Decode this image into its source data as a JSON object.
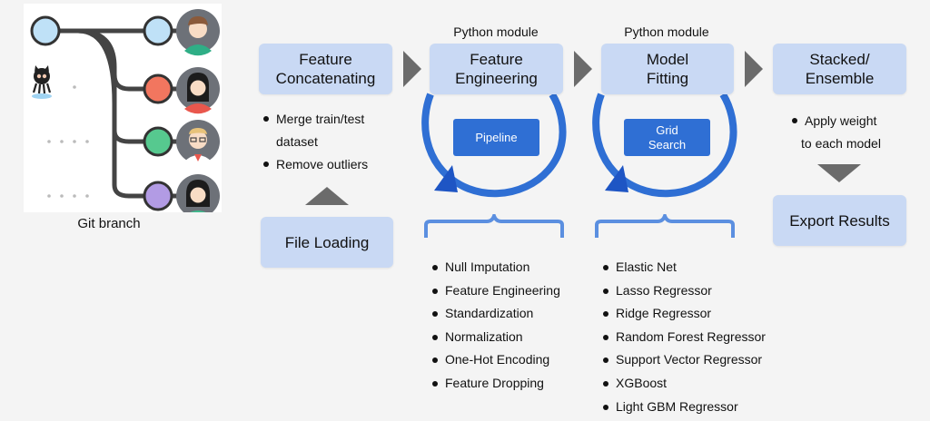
{
  "git": {
    "label": "Git branch",
    "node_colors": [
      "#bfe1f7",
      "#f2765f",
      "#56c98f",
      "#b29be4"
    ]
  },
  "steps": {
    "feature_concat": "Feature\nConcatenating",
    "feature_eng": "Feature\nEngineering",
    "model_fit": "Model\nFitting",
    "stacked": "Stacked/\nEnsemble",
    "file_loading": "File Loading",
    "export": "Export Results"
  },
  "module_labels": {
    "feature_eng": "Python module",
    "model_fit": "Python module"
  },
  "inner": {
    "pipeline": "Pipeline",
    "grid_search": "Grid\nSearch"
  },
  "concat_notes": {
    "line1": "Merge train/test",
    "line2": "dataset",
    "line3": "Remove outliers"
  },
  "stacked_notes": {
    "line1": "Apply weight",
    "line2": "to each model"
  },
  "feature_eng_list": [
    "Null Imputation",
    "Feature Engineering",
    "Standardization",
    "Normalization",
    "One-Hot Encoding",
    "Feature Dropping"
  ],
  "model_list": [
    "Elastic Net",
    "Lasso Regressor",
    "Ridge Regressor",
    "Random Forest Regressor",
    "Support Vector Regressor",
    "XGBoost",
    "Light GBM Regressor"
  ],
  "colors": {
    "box_fill": "#c9d9f4",
    "accent_blue": "#2f6fd4",
    "arrow_gray": "#6b6b6b",
    "bracket_blue": "#5b8fe0"
  }
}
